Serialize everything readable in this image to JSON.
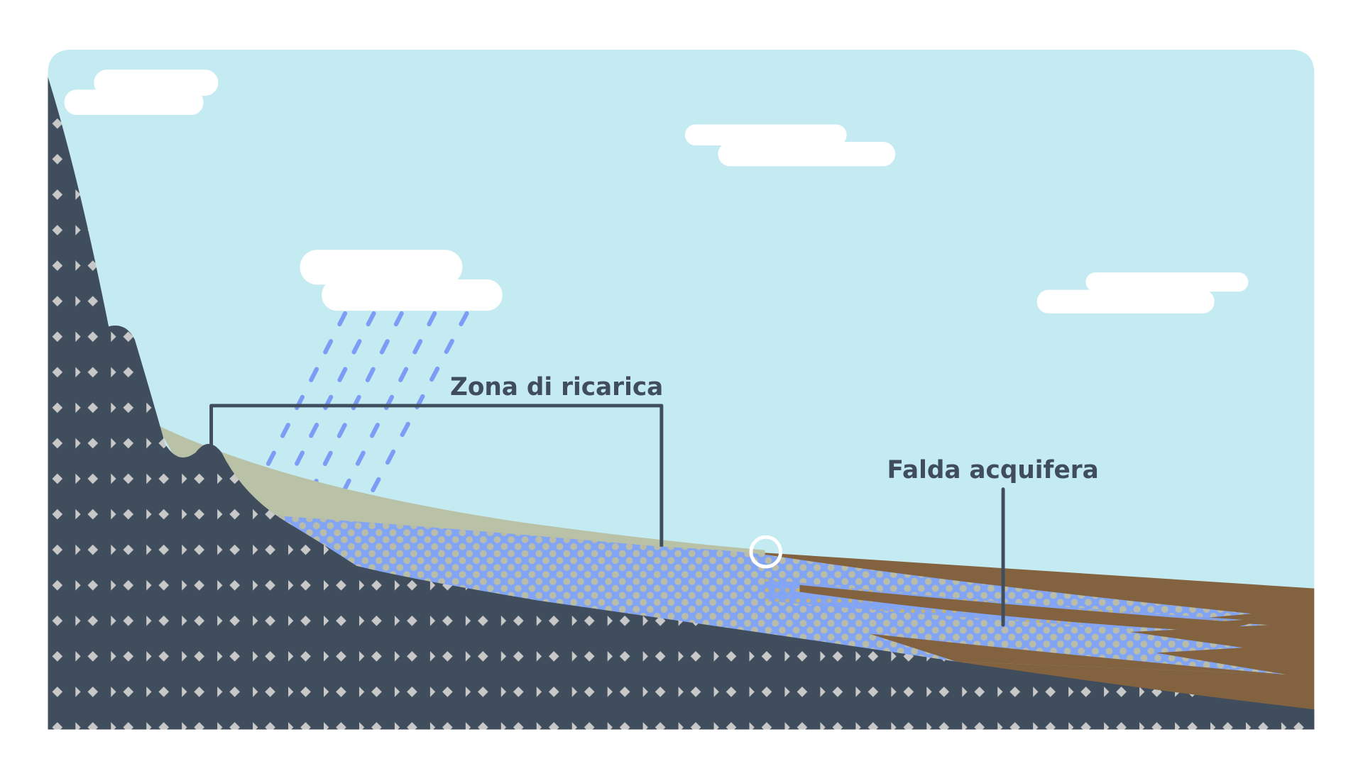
{
  "diagram": {
    "title": "Groundwater recharge cross-section",
    "labels": {
      "recharge_zone": "Zona di ricarica",
      "aquifer": "Falda acquifera"
    },
    "colors": {
      "sky": "#c4ebf1",
      "cloud": "#ffffff",
      "bedrock": "#3f4d5c",
      "bedrock_dots": "#c8c8c8",
      "soil": "#b9c1a7",
      "water": "#82a4f5",
      "water_dots": "#b8bca8",
      "clay": "#83633f",
      "rain": "#7c9cf5",
      "label": "#3f4d5c",
      "marker": "#ffffff"
    },
    "elements": [
      "clouds",
      "rain",
      "bedrock",
      "soil layer",
      "aquifer",
      "clay layers",
      "marker circle"
    ]
  }
}
